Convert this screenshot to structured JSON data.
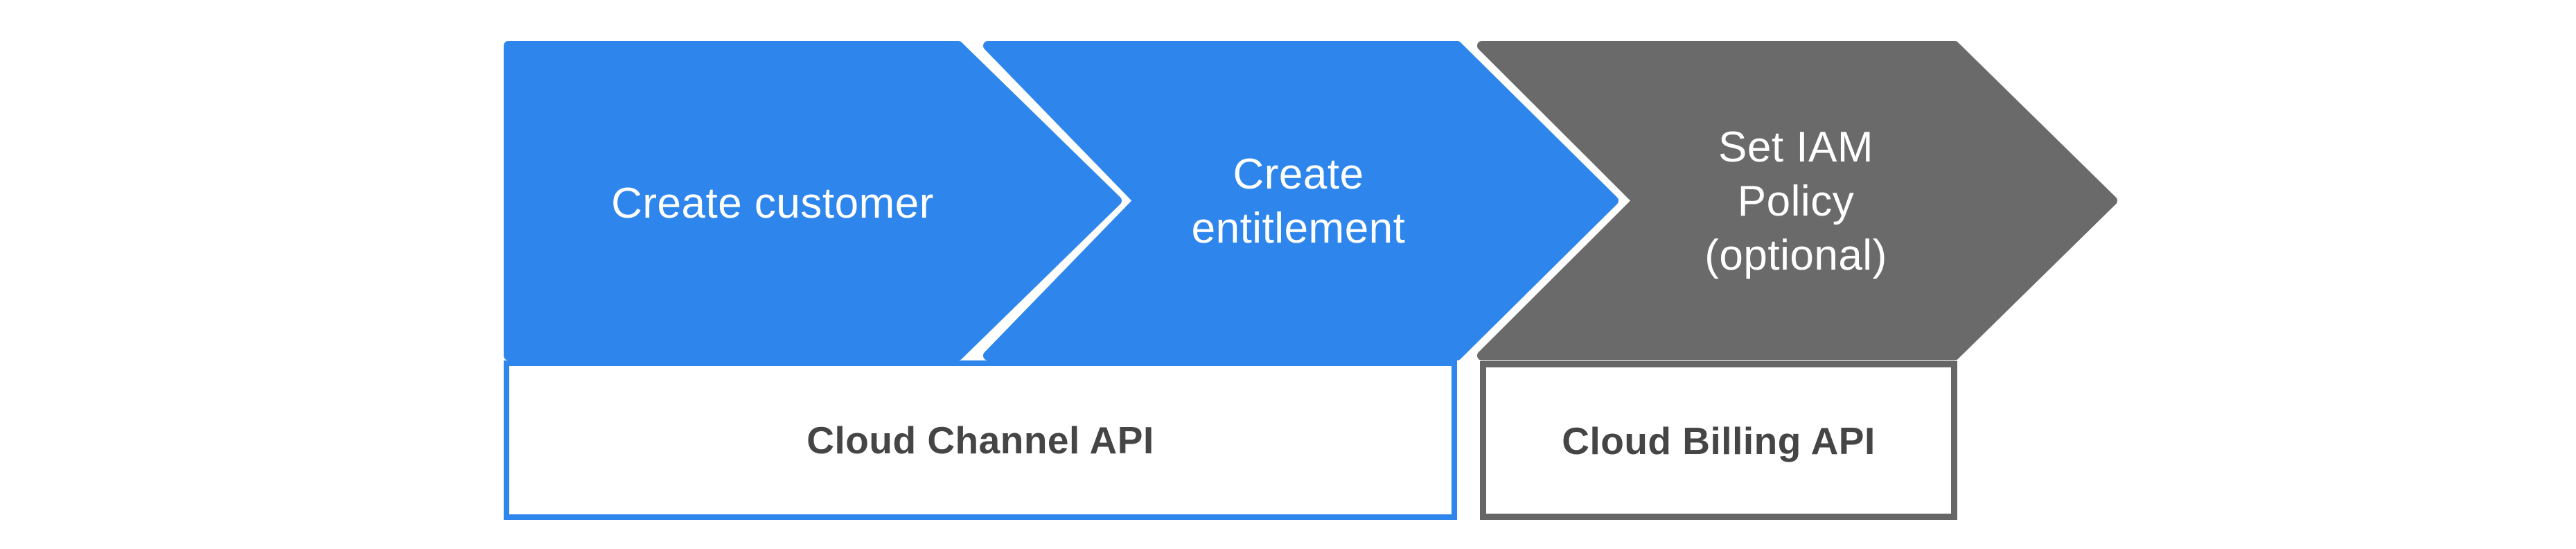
{
  "diagram": {
    "description": "Three-step provisioning flow with API layer boxes"
  },
  "colors": {
    "background": "#ffffff",
    "arrow_blue": "#2e86ec",
    "arrow_gray": "#6a6a6a",
    "arrow_label_text": "#ffffff",
    "box_blue_border": "#2e86ec",
    "box_gray_border": "#666666",
    "box_label_text": "#454545",
    "gap_color": "#ffffff"
  },
  "arrows": [
    {
      "label": "Create customer",
      "style": "blue"
    },
    {
      "label": "Create\nentitlement",
      "style": "blue"
    },
    {
      "label": "Set IAM\nPolicy\n(optional)",
      "style": "gray"
    }
  ],
  "api_boxes": [
    {
      "label": "Cloud Channel API",
      "style": "blue"
    },
    {
      "label": "Cloud Billing API",
      "style": "gray"
    }
  ]
}
